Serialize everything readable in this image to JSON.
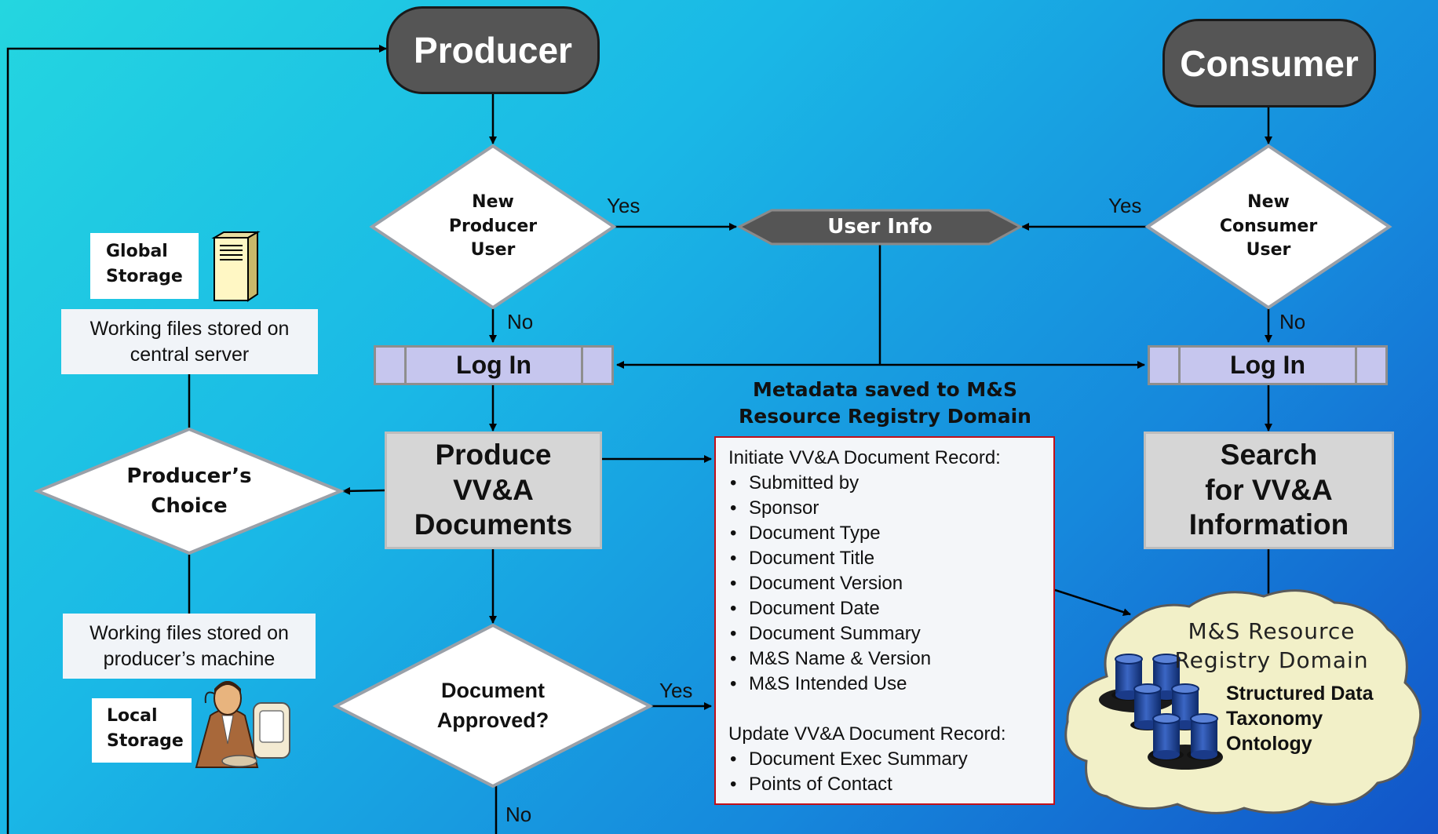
{
  "producer": {
    "label": "Producer"
  },
  "consumer": {
    "label": "Consumer"
  },
  "new_producer_user": {
    "lines": [
      "New",
      "Producer",
      "User"
    ]
  },
  "new_consumer_user": {
    "lines": [
      "New",
      "Consumer",
      "User"
    ]
  },
  "user_info": {
    "label": "User Info"
  },
  "labels": {
    "yes": "Yes",
    "no": "No"
  },
  "log_in": {
    "label": "Log In"
  },
  "global_storage": {
    "lines": [
      "Global",
      "Storage"
    ]
  },
  "central_server_note": "Working files stored on central server",
  "producers_choice": {
    "lines": [
      "Producer’s",
      "Choice"
    ]
  },
  "local_machine_note": "Working files stored on producer’s machine",
  "local_storage": {
    "lines": [
      "Local",
      "Storage"
    ]
  },
  "produce_docs": {
    "lines": [
      "Produce",
      "VV&A",
      "Documents"
    ]
  },
  "search_info": {
    "lines": [
      "Search",
      "for VV&A",
      "Information"
    ]
  },
  "metadata_title": {
    "lines": [
      "Metadata saved to M&S",
      "Resource Registry Domain"
    ]
  },
  "record": {
    "initiate_heading": "Initiate VV&A Document Record:",
    "initiate_items": [
      "Submitted by",
      "Sponsor",
      "Document Type",
      "Document Title",
      "Document Version",
      "Document Date",
      "Document Summary",
      "M&S Name & Version",
      "M&S Intended Use"
    ],
    "update_heading": "Update VV&A Document Record:",
    "update_items": [
      "Document Exec Summary",
      "Points of Contact"
    ]
  },
  "document_approved": {
    "lines": [
      "Document",
      "Approved?"
    ]
  },
  "registry": {
    "title_lines": [
      "M&S Resource",
      "Registry Domain"
    ],
    "items": [
      "Structured Data",
      "Taxonomy",
      "Ontology"
    ]
  },
  "colors": {
    "terminal": "#555555",
    "login_fill": "#c6c6ee",
    "process_fill": "#d6d6d6",
    "record_border": "#c0101a",
    "cylinder": "#1a3a88",
    "cloud_fill": "#f2f0c8"
  }
}
